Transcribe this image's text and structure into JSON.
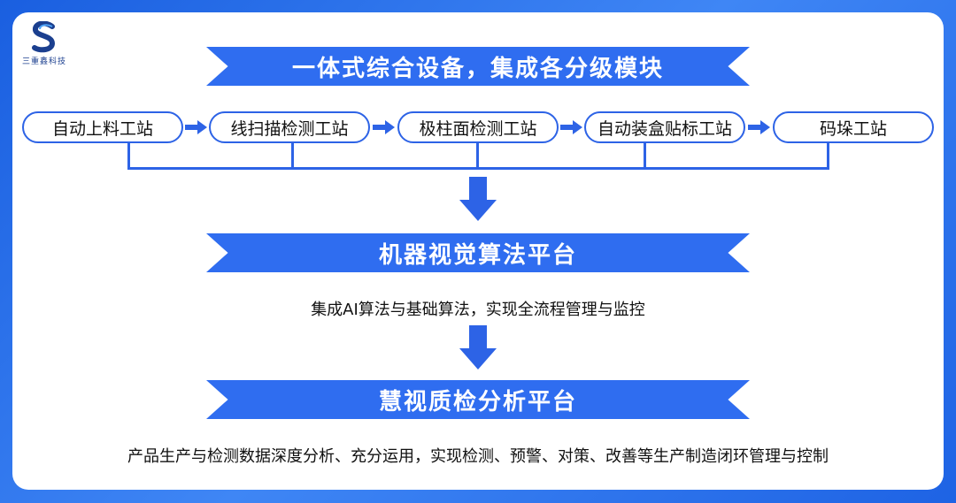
{
  "logo": {
    "text": "三重鑫科技"
  },
  "banners": [
    {
      "label": "一体式综合设备，集成各分级模块"
    },
    {
      "label": "机器视觉算法平台"
    },
    {
      "label": "慧视质检分析平台"
    }
  ],
  "stations": [
    {
      "label": "自动上料工站"
    },
    {
      "label": "线扫描检测工站"
    },
    {
      "label": "极柱面检测工站"
    },
    {
      "label": "自动装盒贴标工站"
    },
    {
      "label": "码垛工站"
    }
  ],
  "descriptions": [
    {
      "text": "集成AI算法与基础算法，实现全流程管理与监控"
    },
    {
      "text": "产品生产与检测数据深度分析、充分运用，实现检测、预警、对策、改善等生产制造闭环管理与控制"
    }
  ],
  "colors": {
    "primary": "#2f6df0",
    "border": "#2d63e6",
    "background": "#3f86f5"
  }
}
